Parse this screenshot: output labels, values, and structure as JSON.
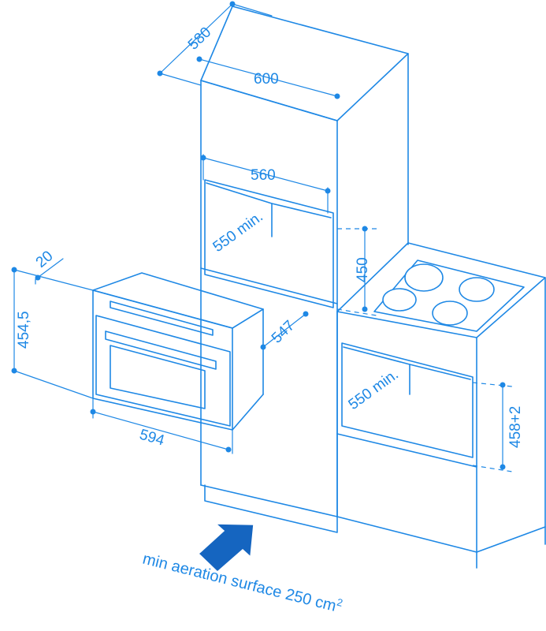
{
  "dimensions": {
    "cabinet_depth": "580",
    "cabinet_width": "600",
    "niche_width": "560",
    "niche_height_min": "550 min.",
    "niche_opening_height": "450",
    "oven_offset": "20",
    "oven_height": "454,5",
    "oven_depth": "547",
    "oven_width": "594",
    "lower_niche_height_min": "550 min.",
    "lower_niche_opening_height": "458+2"
  },
  "note": {
    "prefix": "min aeration surface 250 cm",
    "superscript": "2"
  },
  "colors": {
    "line": "#1e88e5",
    "arrow": "#1565c0"
  }
}
